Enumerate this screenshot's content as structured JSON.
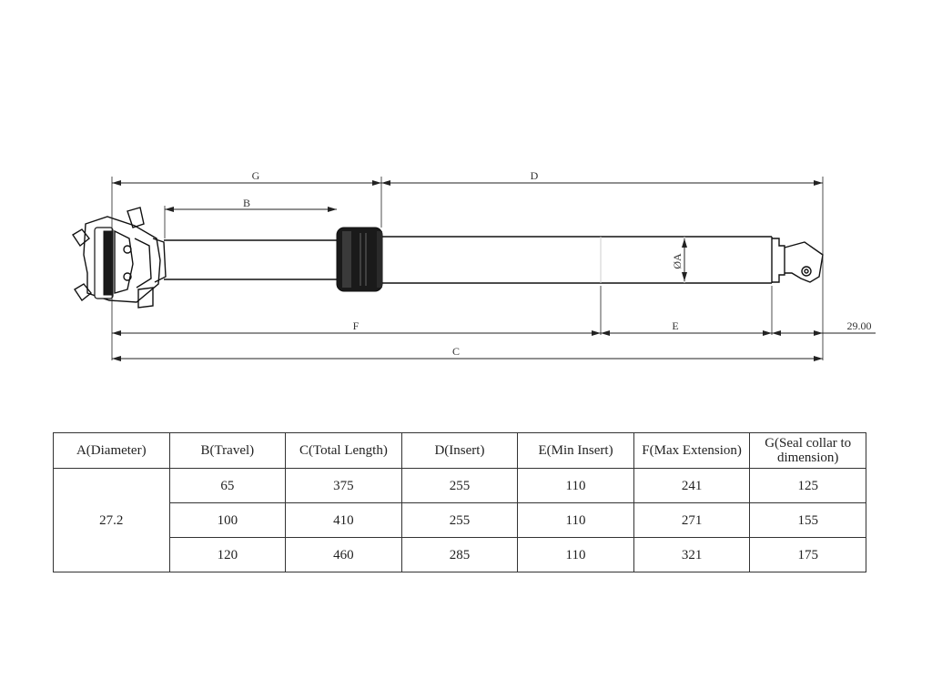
{
  "drawing": {
    "labels": {
      "g": "G",
      "d": "D",
      "b": "B",
      "f": "F",
      "e": "E",
      "c": "C",
      "a": "ØA",
      "offset": "29.00"
    }
  },
  "table": {
    "headers": [
      "A(Diameter)",
      "B(Travel)",
      "C(Total Length)",
      "D(Insert)",
      "E(Min Insert)",
      "F(Max Extension)",
      "G(Seal collar to dimension)"
    ],
    "diameter": "27.2",
    "rows": [
      [
        "65",
        "375",
        "255",
        "110",
        "241",
        "125"
      ],
      [
        "100",
        "410",
        "255",
        "110",
        "271",
        "155"
      ],
      [
        "120",
        "460",
        "285",
        "110",
        "321",
        "175"
      ]
    ]
  }
}
